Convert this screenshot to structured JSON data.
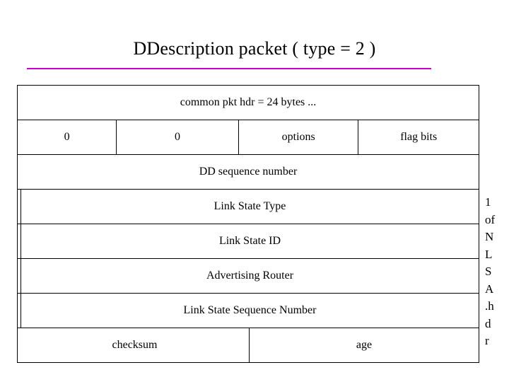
{
  "slide": {
    "title": "DDescription packet ( type = 2 )",
    "accent_color": "#cc00cc",
    "text_color": "#000000",
    "background": "#ffffff"
  },
  "diagram": {
    "type": "packet-format",
    "rows": [
      {
        "name": "common-header-row",
        "cells": [
          {
            "label": "common pkt hdr = 24 bytes ...",
            "span": "full"
          }
        ]
      },
      {
        "name": "fields-row",
        "cells": [
          {
            "label": "0",
            "span": "quarter"
          },
          {
            "label": "0",
            "span": "quarter"
          },
          {
            "label": "options",
            "span": "quarter"
          },
          {
            "label": "flag bits",
            "span": "quarter"
          }
        ]
      },
      {
        "name": "dd-sequence-row",
        "cells": [
          {
            "label": "DD sequence number",
            "span": "full"
          }
        ]
      },
      {
        "name": "link-state-type-row",
        "cells": [
          {
            "label": "Link State Type",
            "span": "full"
          }
        ]
      },
      {
        "name": "link-state-id-row",
        "cells": [
          {
            "label": "Link State ID",
            "span": "full"
          }
        ]
      },
      {
        "name": "advertising-router-row",
        "cells": [
          {
            "label": "Advertising Router",
            "span": "full"
          }
        ]
      },
      {
        "name": "link-state-sequence-number-row",
        "cells": [
          {
            "label": "Link State Sequence Number",
            "span": "full"
          }
        ]
      },
      {
        "name": "checksum-age-row",
        "cells": [
          {
            "label": "checksum",
            "span": "half"
          },
          {
            "label": "age",
            "span": "half"
          }
        ]
      }
    ]
  },
  "side_caption": {
    "name": "nlsa-header-caption",
    "text": "1 of N LSA .hdr",
    "lines": [
      "1",
      "of",
      "N",
      "L",
      "S",
      "A",
      ".h",
      "d",
      "r"
    ]
  }
}
